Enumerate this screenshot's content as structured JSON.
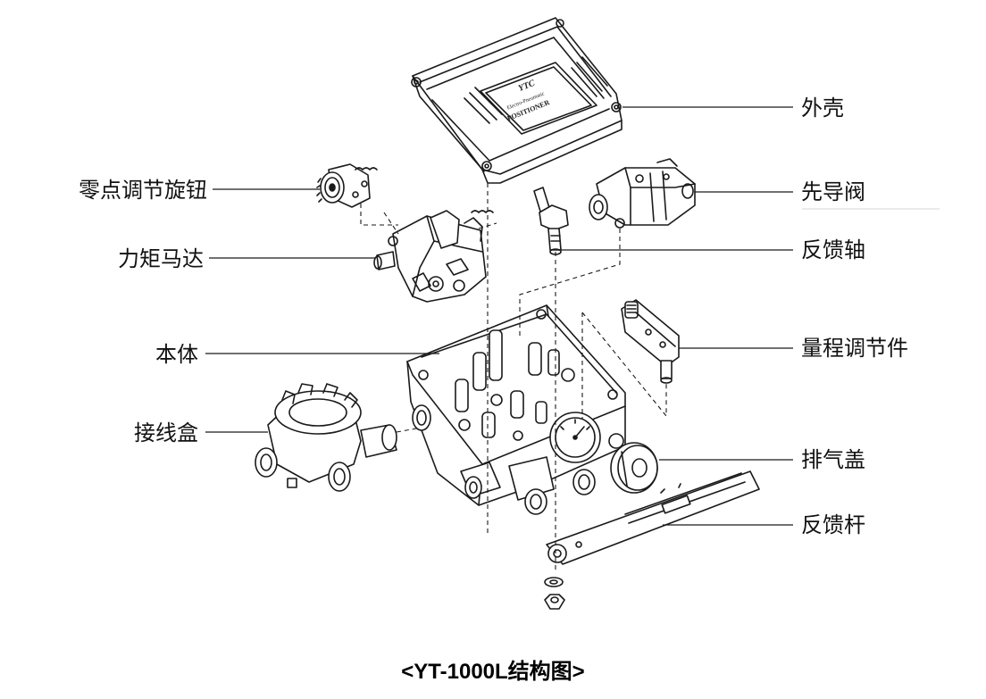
{
  "labels": {
    "housing": "外壳",
    "pilot_valve": "先导阀",
    "feedback_shaft": "反馈轴",
    "span_adjuster": "量程调节件",
    "exhaust_cover": "排气盖",
    "feedback_lever": "反馈杆",
    "zero_knob": "零点调节旋钮",
    "torque_motor": "力矩马达",
    "body": "本体",
    "junction_box": "接线盒"
  },
  "nameplate": {
    "brand": "YTC",
    "line1": "Electro-Pneumatic",
    "line2": "POSITIONER"
  },
  "caption": "<YT-1000L结构图>",
  "colors": {
    "line": "#1a1a1a",
    "text": "#111111",
    "nameplate": "#222222"
  }
}
